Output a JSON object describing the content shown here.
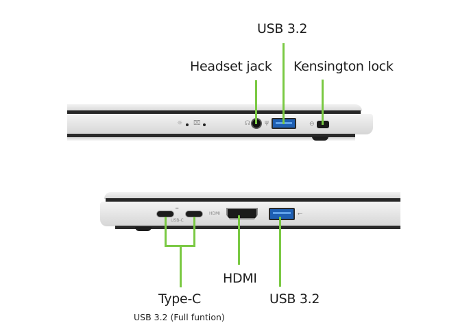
{
  "colors": {
    "callout_line": "#7ac943",
    "usb_port_blue": "#1e5fb3",
    "chassis_silver": "#e6e6e6",
    "chassis_dark": "#262626"
  },
  "top_view": {
    "labels": {
      "usb": "USB 3.2",
      "headset": "Headset jack",
      "kensington": "Kensington lock"
    },
    "icons": [
      "power-light-icon",
      "battery-charge-icon",
      "headset-icon",
      "usb-icon",
      "lock-icon"
    ]
  },
  "bottom_view": {
    "labels": {
      "type_c": "Type-C",
      "type_c_sub": "USB 3.2 (Full funtion)",
      "hdmi": "HDMI",
      "usb": "USB 3.2"
    },
    "port_markings": {
      "hdmi": "HDMI",
      "usbc": "USB-C",
      "usb_symbol": "⭠"
    },
    "icons": [
      "usb-c-icon",
      "hdmi-icon",
      "usb-icon"
    ]
  }
}
